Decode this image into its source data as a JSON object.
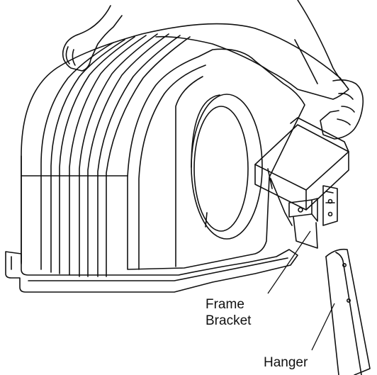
{
  "labels": {
    "frame_bracket_line1": "Frame",
    "frame_bracket_line2": "Bracket",
    "hanger": "Hanger"
  },
  "colors": {
    "line": "#111111",
    "background": "#ffffff"
  }
}
